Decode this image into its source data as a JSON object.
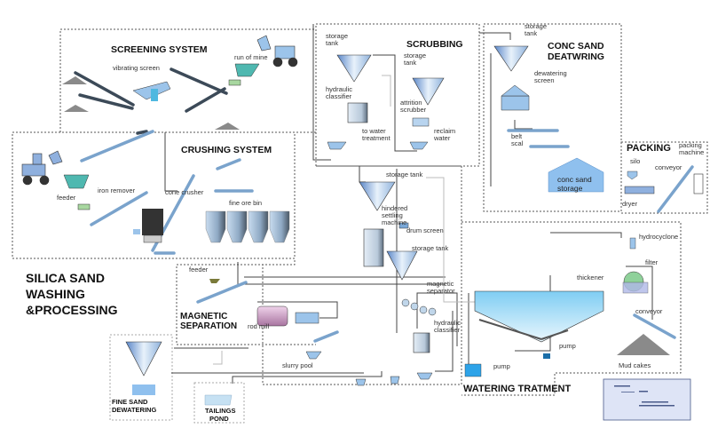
{
  "diagram": {
    "main_title": [
      "SILICA SAND",
      "WASHING",
      "&PROCESSING"
    ],
    "sections": {
      "screening": {
        "title": "SCREENING SYSTEM",
        "labels": {
          "vibrating_screen": "vibrating screen",
          "run_of_mine": "run of mine"
        }
      },
      "crushing": {
        "title": "CRUSHING SYSTEM",
        "labels": {
          "feeder": "feeder",
          "iron_remover": "iron remover",
          "cone_crusher": "cone crusher",
          "fine_ore_bin": "fine ore bin"
        }
      },
      "scrubbing": {
        "title": "SCRUBBING",
        "labels": {
          "storage_tank_1": "storage tank",
          "hydraulic_classifier": "hydraulic classifier",
          "to_water_treatment": "to water treatment",
          "storage_tank_2": "storage tank",
          "attrition_scrubber": "attrition scrubber",
          "reclaim_water": "reclaim water"
        }
      },
      "conc_sand": {
        "title": [
          "CONC SAND",
          "DEATWRING"
        ],
        "labels": {
          "storage_tank": "storage tank",
          "dewatering_screen": "dewatering screen",
          "belt_scal": "belt scal",
          "conc_sand_storage": "conc sand storage"
        }
      },
      "packing": {
        "title": "PACKING",
        "labels": {
          "packing_machine": "packing machine",
          "silo": "silo",
          "conveyor": "conveyor",
          "dryer": "dryer"
        }
      },
      "settling": {
        "labels": {
          "storage_tank_1": "storage tank",
          "hindered_settling_machine": "hindered settling machine",
          "drum_screen": "drum screen",
          "storage_tank_2": "storage tank",
          "magnetic_separator": "magnetic separator",
          "hydraulic_classifier": "hydraulic classifier"
        }
      },
      "magnetic": {
        "title": [
          "MAGNETIC",
          "SEPARATION"
        ],
        "labels": {
          "feeder": "feeder",
          "rod_mill": "rod mill",
          "slurry_pool": "slurry pool"
        }
      },
      "watering": {
        "title": "WATERING TRATMENT",
        "labels": {
          "hydrocyclone": "hydrocyclone",
          "filter": "filter",
          "thickener": "thickener",
          "conveyor": "conveyor",
          "pump_1": "pump",
          "pump_2": "pump",
          "mud_cakes": "Mud cakes"
        }
      },
      "fine_sand": {
        "title": [
          "FINE SAND",
          "DEWATERING"
        ]
      },
      "tailings": {
        "title": [
          "TAILINGS",
          "POND"
        ]
      }
    },
    "colors": {
      "equipment_blue": "#9cc4ea",
      "water": "#a9dcf5",
      "filter_green": "#8fd19a",
      "rod_mill": "#d9a9d0",
      "pile_gray": "#8a8a8a",
      "line": "#444444",
      "pump_blue": "#2ea3e8"
    }
  }
}
